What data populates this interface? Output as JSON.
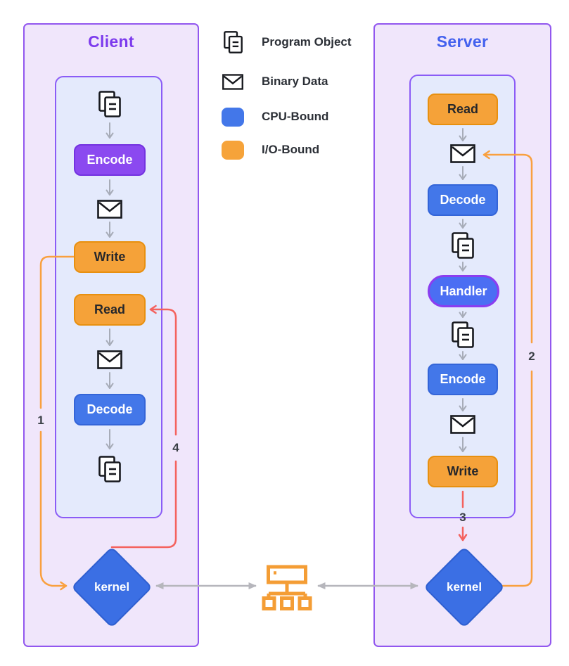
{
  "diagram": {
    "client": {
      "title": "Client",
      "nodes": {
        "encode": "Encode",
        "write": "Write",
        "read": "Read",
        "decode": "Decode",
        "kernel": "kernel"
      }
    },
    "server": {
      "title": "Server",
      "nodes": {
        "read": "Read",
        "decode": "Decode",
        "handler": "Handler",
        "encode": "Encode",
        "write": "Write",
        "kernel": "kernel"
      }
    },
    "legend": {
      "items": [
        {
          "id": "program-object",
          "label": "Program Object"
        },
        {
          "id": "binary-data",
          "label": "Binary Data"
        },
        {
          "id": "cpu-bound",
          "label": "CPU-Bound",
          "color": "#4377e9"
        },
        {
          "id": "io-bound",
          "label": "I/O-Bound",
          "color": "#f6a33a"
        }
      ]
    },
    "steps": {
      "s1": "1",
      "s2": "2",
      "s3": "3",
      "s4": "4"
    },
    "colors": {
      "panel_border": "#9257ef",
      "panel_bg": "#f0e6fb",
      "inner_panel_bg": "#e4eafc",
      "client_title": "#7c3aed",
      "server_title": "#4361ee",
      "cpu_bound_blue": "#4377e9",
      "io_bound_orange": "#f6a33a",
      "client_encode_purple": "#8b49f0",
      "handler_border_purple": "#8b3df0",
      "kernel_blue": "#3b6fe4",
      "orange_path": "#f9a03f",
      "red_path": "#f4625e",
      "gray_arrow": "#b6b6bc",
      "flow_arrow_gray": "#a7acb8",
      "icon_stroke": "#16181d",
      "network_icon_orange": "#f49d35"
    }
  }
}
